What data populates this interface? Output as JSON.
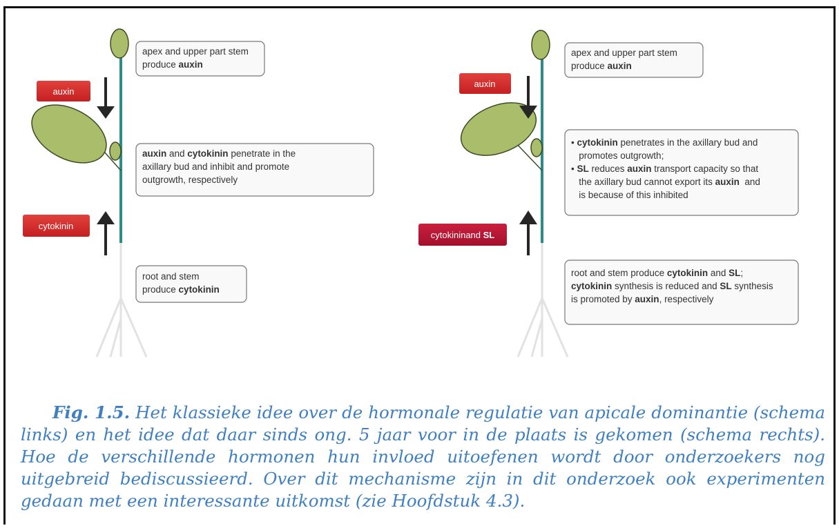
{
  "left_scheme": {
    "box_apex": [
      {
        "parts": [
          {
            "t": "apex and upper part stem",
            "b": false
          }
        ]
      },
      {
        "parts": [
          {
            "t": "produce ",
            "b": false
          },
          {
            "t": "auxin",
            "b": true
          }
        ]
      }
    ],
    "box_bud": [
      {
        "parts": [
          {
            "t": "auxin",
            "b": true
          },
          {
            "t": " and ",
            "b": false
          },
          {
            "t": "cytokinin",
            "b": true
          },
          {
            "t": " penetrate in the",
            "b": false
          }
        ]
      },
      {
        "parts": [
          {
            "t": "axillary bud and inhibit and promote",
            "b": false
          }
        ]
      },
      {
        "parts": [
          {
            "t": "outgrowth, respectively",
            "b": false
          }
        ]
      }
    ],
    "box_root": [
      {
        "parts": [
          {
            "t": "root and stem",
            "b": false
          }
        ]
      },
      {
        "parts": [
          {
            "t": "produce ",
            "b": false
          },
          {
            "t": "cytokinin",
            "b": true
          }
        ]
      }
    ],
    "tag_auxin": "auxin",
    "tag_cytokinin": "cytokinin"
  },
  "right_scheme": {
    "box_apex": [
      {
        "parts": [
          {
            "t": "apex and upper part stem",
            "b": false
          }
        ]
      },
      {
        "parts": [
          {
            "t": "produce ",
            "b": false
          },
          {
            "t": "auxin",
            "b": true
          }
        ]
      }
    ],
    "box_bud": [
      {
        "parts": [
          {
            "t": "• ",
            "b": false
          },
          {
            "t": "cytokinin",
            "b": true
          },
          {
            "t": " penetrates in the axillary bud and",
            "b": false
          }
        ]
      },
      {
        "parts": [
          {
            "t": "   promotes outgrowth;",
            "b": false
          }
        ]
      },
      {
        "parts": [
          {
            "t": "• ",
            "b": false
          },
          {
            "t": "SL",
            "b": true
          },
          {
            "t": " reduces ",
            "b": false
          },
          {
            "t": "auxin",
            "b": true
          },
          {
            "t": " transport capacity so that",
            "b": false
          }
        ]
      },
      {
        "parts": [
          {
            "t": "   the axillary bud cannot export its ",
            "b": false
          },
          {
            "t": "auxin",
            "b": true
          },
          {
            "t": "  and",
            "b": false
          }
        ]
      },
      {
        "parts": [
          {
            "t": "   is because of this inhibited",
            "b": false
          }
        ]
      }
    ],
    "box_root": [
      {
        "parts": [
          {
            "t": "root and stem produce ",
            "b": false
          },
          {
            "t": "cytokinin",
            "b": true
          },
          {
            "t": " and ",
            "b": false
          },
          {
            "t": "SL",
            "b": true
          },
          {
            "t": ";",
            "b": false
          }
        ]
      },
      {
        "parts": [
          {
            "t": "cytokinin",
            "b": true
          },
          {
            "t": " synthesis is reduced and ",
            "b": false
          },
          {
            "t": "SL",
            "b": true
          },
          {
            "t": " synthesis",
            "b": false
          }
        ]
      },
      {
        "parts": [
          {
            "t": "is promoted by ",
            "b": false
          },
          {
            "t": "auxin",
            "b": true
          },
          {
            "t": ", respectively",
            "b": false
          }
        ]
      }
    ],
    "tag_auxin": "auxin",
    "tag_cytokinin_sl": [
      {
        "t": "cytokininand ",
        "b": false
      },
      {
        "t": "SL",
        "b": true
      }
    ]
  },
  "caption": {
    "label": "Fig. 1.5.",
    "text": " Het klassieke idee over de hormonale regulatie van apicale dominantie (schema links) en het idee dat daar sinds ong. 5 jaar voor in de plaats is gekomen (schema rechts). Hoe de verschillende hormonen hun invloed uitoefenen wordt door onderzoekers nog uitgebreid bediscussieerd. Over dit mechanisme zijn in dit onderzoek ook experimenten gedaan met een interessante uitkomst (zie Hoofdstuk 4.3)."
  },
  "colors": {
    "stem": "#2a8d89",
    "leaf_fill": "#a9bd6a",
    "leaf_stroke": "#3c4a22",
    "tag_red": "#d62a2a",
    "tag_red_dark": "#b3122e",
    "arrow": "#262626",
    "root": "#e3e3e3",
    "caption": "#3f7fc2"
  }
}
